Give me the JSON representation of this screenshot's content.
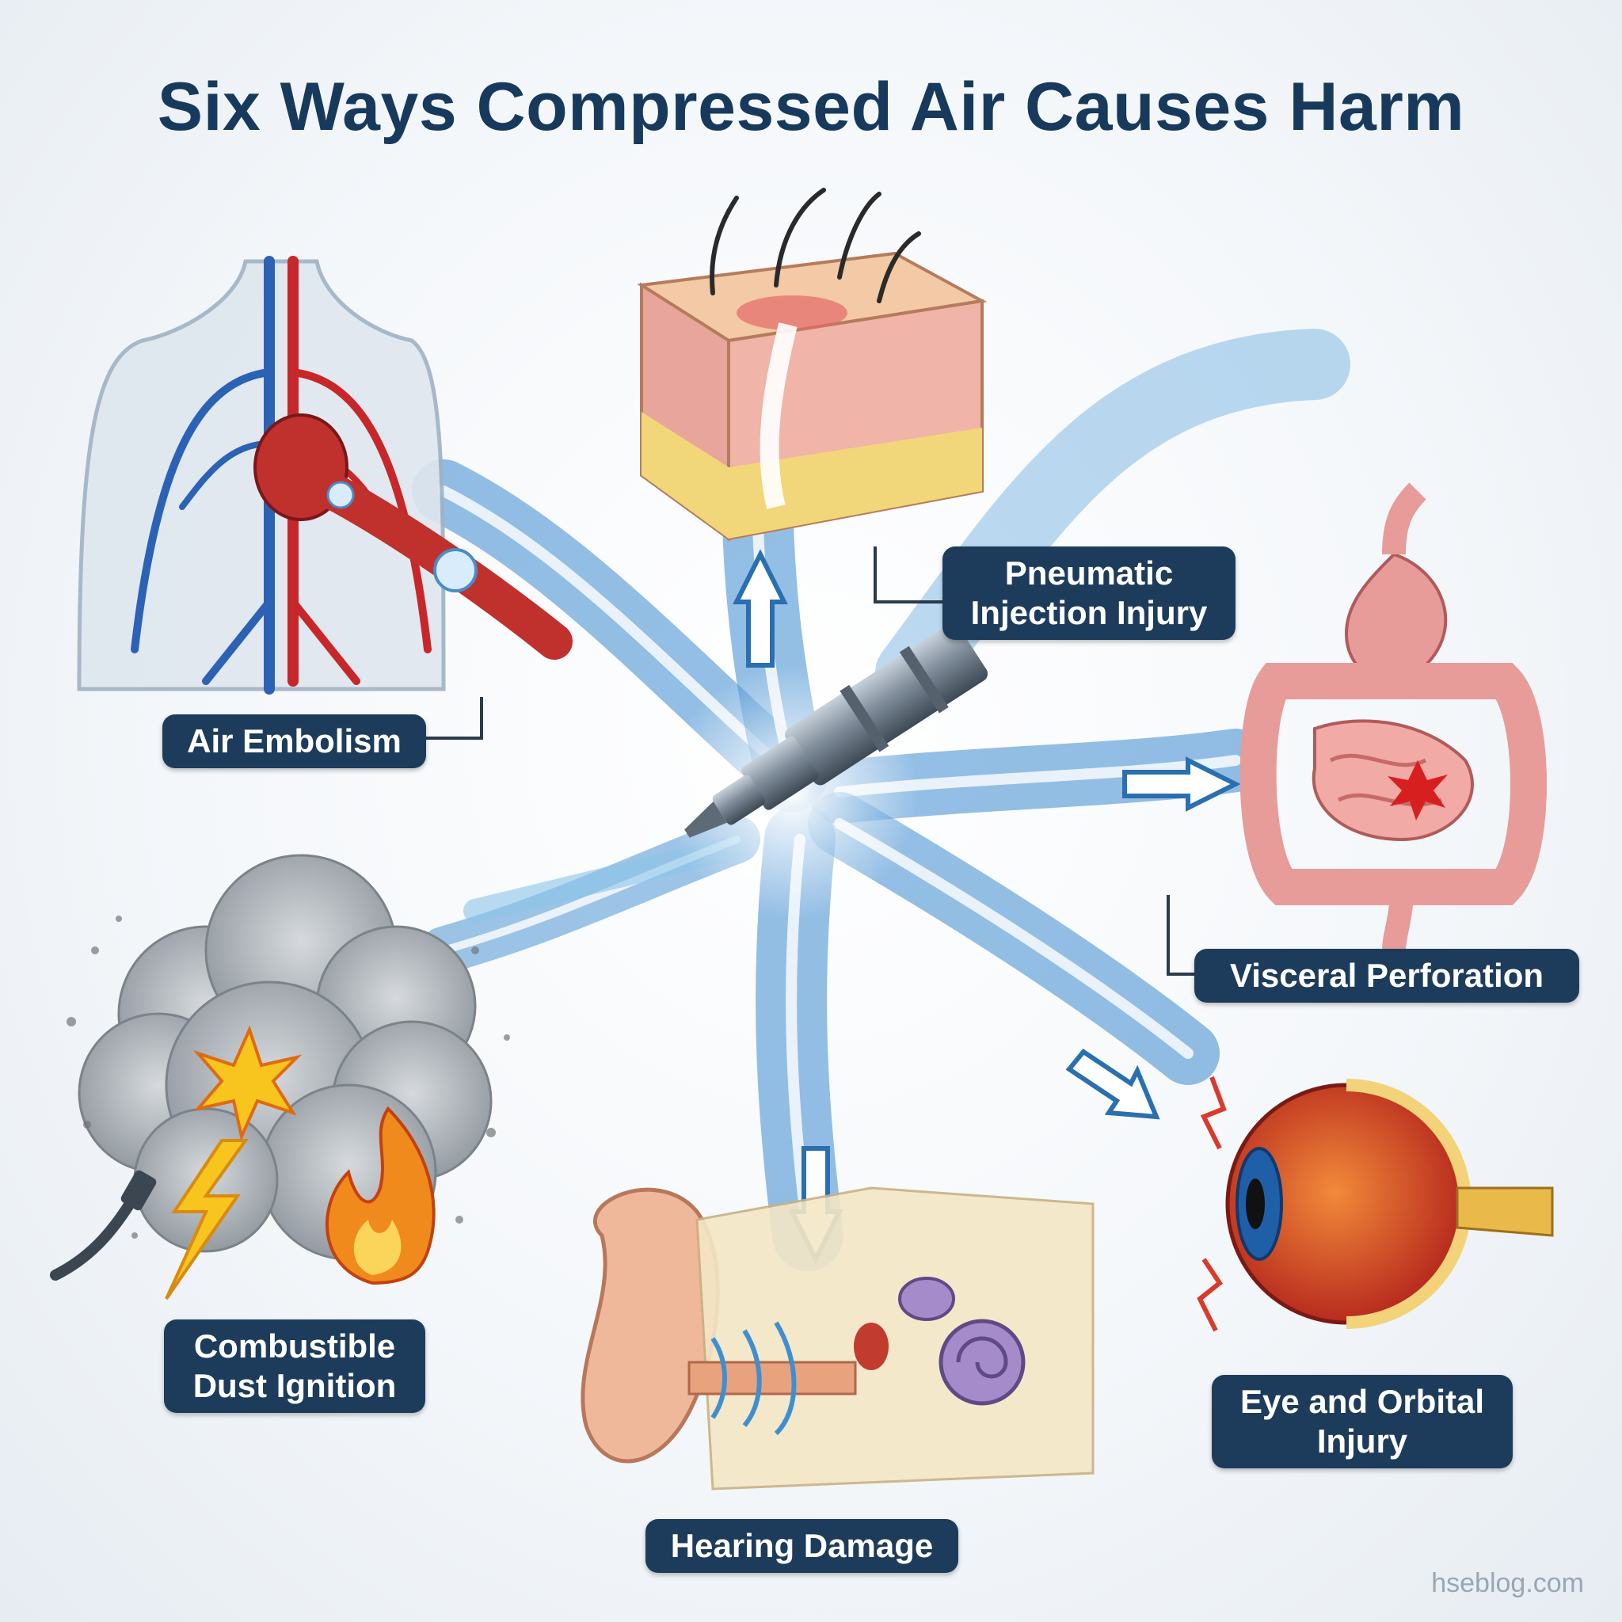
{
  "title": "Six Ways Compressed Air Causes Harm",
  "hazards": [
    {
      "id": "air-embolism",
      "label": "Air Embolism"
    },
    {
      "id": "pneumatic-injection",
      "label": "Pneumatic Injection Injury"
    },
    {
      "id": "visceral-perforation",
      "label": "Visceral Perforation"
    },
    {
      "id": "eye-orbital",
      "label": "Eye and Orbital Injury"
    },
    {
      "id": "hearing-damage",
      "label": "Hearing Damage"
    },
    {
      "id": "dust-ignition",
      "label": "Combustible Dust Ignition"
    }
  ],
  "watermark": "hseblog.com",
  "colors": {
    "label_bg": "#1d3c5b",
    "title": "#173a5c",
    "airflow": "#3f8fd0"
  }
}
